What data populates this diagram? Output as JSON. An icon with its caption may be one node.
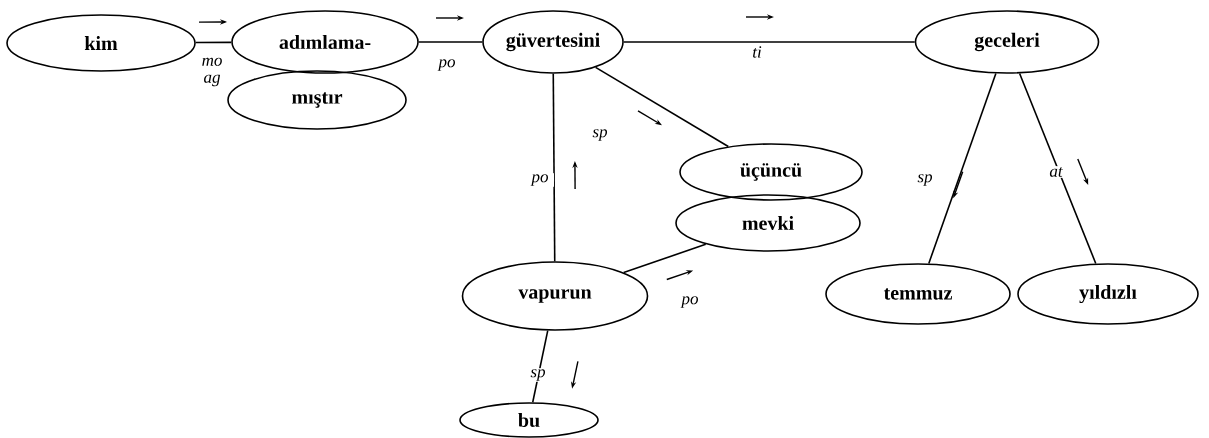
{
  "diagram": {
    "nodes": [
      {
        "text": [
          "kim"
        ]
      },
      {
        "text": [
          "adımlama-"
        ]
      },
      {
        "text": [
          "mıştır"
        ]
      },
      {
        "text": [
          "güvertesini"
        ]
      },
      {
        "text": [
          "geceleri"
        ]
      },
      {
        "text": [
          "üçüncü"
        ]
      },
      {
        "text": [
          "mevki"
        ]
      },
      {
        "text": [
          "vapurun"
        ]
      },
      {
        "text": [
          "temmuz"
        ]
      },
      {
        "text": [
          "yıldızlı"
        ]
      },
      {
        "text": [
          "bu"
        ]
      }
    ],
    "edges": [
      {
        "from": 0,
        "to": 1,
        "arrow": "none",
        "label": "mo ag"
      },
      {
        "from": 1,
        "to": 3,
        "arrow": "none",
        "label": "po"
      },
      {
        "from": 3,
        "to": 4,
        "arrow": "none",
        "label": "ti"
      },
      {
        "from": 3,
        "to": 5,
        "arrow": "none",
        "label": "sp"
      },
      {
        "from": 7,
        "to": 3,
        "arrow": "none",
        "label": "po"
      },
      {
        "from": 7,
        "to": 6,
        "arrow": "none",
        "label": "po"
      },
      {
        "from": 4,
        "to": 8,
        "arrow": "none",
        "label": "sp"
      },
      {
        "from": 4,
        "to": 9,
        "arrow": "none",
        "label": "at"
      },
      {
        "from": 7,
        "to": 10,
        "arrow": "none",
        "label": "sp"
      }
    ]
  }
}
